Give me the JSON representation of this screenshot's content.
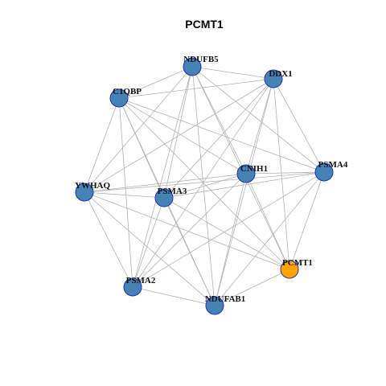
{
  "title": "PCMT1",
  "colors": {
    "default_node": "#4682B4",
    "highlight_node": "#FFA500",
    "node_border": "#1F2FBF",
    "edge": "#B3B3B3"
  },
  "nodes": [
    {
      "id": "NDUFB5",
      "label": "NDUFB5",
      "highlight": false
    },
    {
      "id": "DDX1",
      "label": "DDX1",
      "highlight": false
    },
    {
      "id": "C1QBP",
      "label": "C1QBP",
      "highlight": false
    },
    {
      "id": "CNIH1",
      "label": "CNIH1",
      "highlight": false
    },
    {
      "id": "PSMA4",
      "label": "PSMA4",
      "highlight": false
    },
    {
      "id": "YWHAQ",
      "label": "YWHAQ",
      "highlight": false
    },
    {
      "id": "PSMA3",
      "label": "PSMA3",
      "highlight": false
    },
    {
      "id": "PCMT1",
      "label": "PCMT1",
      "highlight": true
    },
    {
      "id": "PSMA2",
      "label": "PSMA2",
      "highlight": false
    },
    {
      "id": "NDUFAB1",
      "label": "NDUFAB1",
      "highlight": false
    }
  ],
  "edges": [
    [
      "NDUFB5",
      "DDX1"
    ],
    [
      "NDUFB5",
      "C1QBP"
    ],
    [
      "NDUFB5",
      "CNIH1"
    ],
    [
      "NDUFB5",
      "PSMA4"
    ],
    [
      "NDUFB5",
      "YWHAQ"
    ],
    [
      "NDUFB5",
      "PSMA3"
    ],
    [
      "NDUFB5",
      "PCMT1"
    ],
    [
      "NDUFB5",
      "PSMA2"
    ],
    [
      "NDUFB5",
      "NDUFAB1"
    ],
    [
      "DDX1",
      "C1QBP"
    ],
    [
      "DDX1",
      "CNIH1"
    ],
    [
      "DDX1",
      "PSMA4"
    ],
    [
      "DDX1",
      "PSMA3"
    ],
    [
      "DDX1",
      "PCMT1"
    ],
    [
      "DDX1",
      "PSMA2"
    ],
    [
      "DDX1",
      "NDUFAB1"
    ],
    [
      "DDX1",
      "YWHAQ"
    ],
    [
      "C1QBP",
      "CNIH1"
    ],
    [
      "C1QBP",
      "PSMA4"
    ],
    [
      "C1QBP",
      "YWHAQ"
    ],
    [
      "C1QBP",
      "PSMA3"
    ],
    [
      "C1QBP",
      "PCMT1"
    ],
    [
      "C1QBP",
      "PSMA2"
    ],
    [
      "C1QBP",
      "NDUFAB1"
    ],
    [
      "CNIH1",
      "PSMA4"
    ],
    [
      "CNIH1",
      "YWHAQ"
    ],
    [
      "CNIH1",
      "PSMA3"
    ],
    [
      "CNIH1",
      "PCMT1"
    ],
    [
      "CNIH1",
      "PSMA2"
    ],
    [
      "CNIH1",
      "NDUFAB1"
    ],
    [
      "PSMA4",
      "YWHAQ"
    ],
    [
      "PSMA4",
      "PSMA3"
    ],
    [
      "PSMA4",
      "PCMT1"
    ],
    [
      "PSMA4",
      "PSMA2"
    ],
    [
      "PSMA4",
      "NDUFAB1"
    ],
    [
      "YWHAQ",
      "PSMA3"
    ],
    [
      "YWHAQ",
      "PCMT1"
    ],
    [
      "YWHAQ",
      "PSMA2"
    ],
    [
      "YWHAQ",
      "NDUFAB1"
    ],
    [
      "PSMA3",
      "PCMT1"
    ],
    [
      "PSMA3",
      "PSMA2"
    ],
    [
      "PSMA3",
      "NDUFAB1"
    ],
    [
      "PCMT1",
      "NDUFAB1"
    ],
    [
      "PSMA2",
      "NDUFAB1"
    ]
  ]
}
